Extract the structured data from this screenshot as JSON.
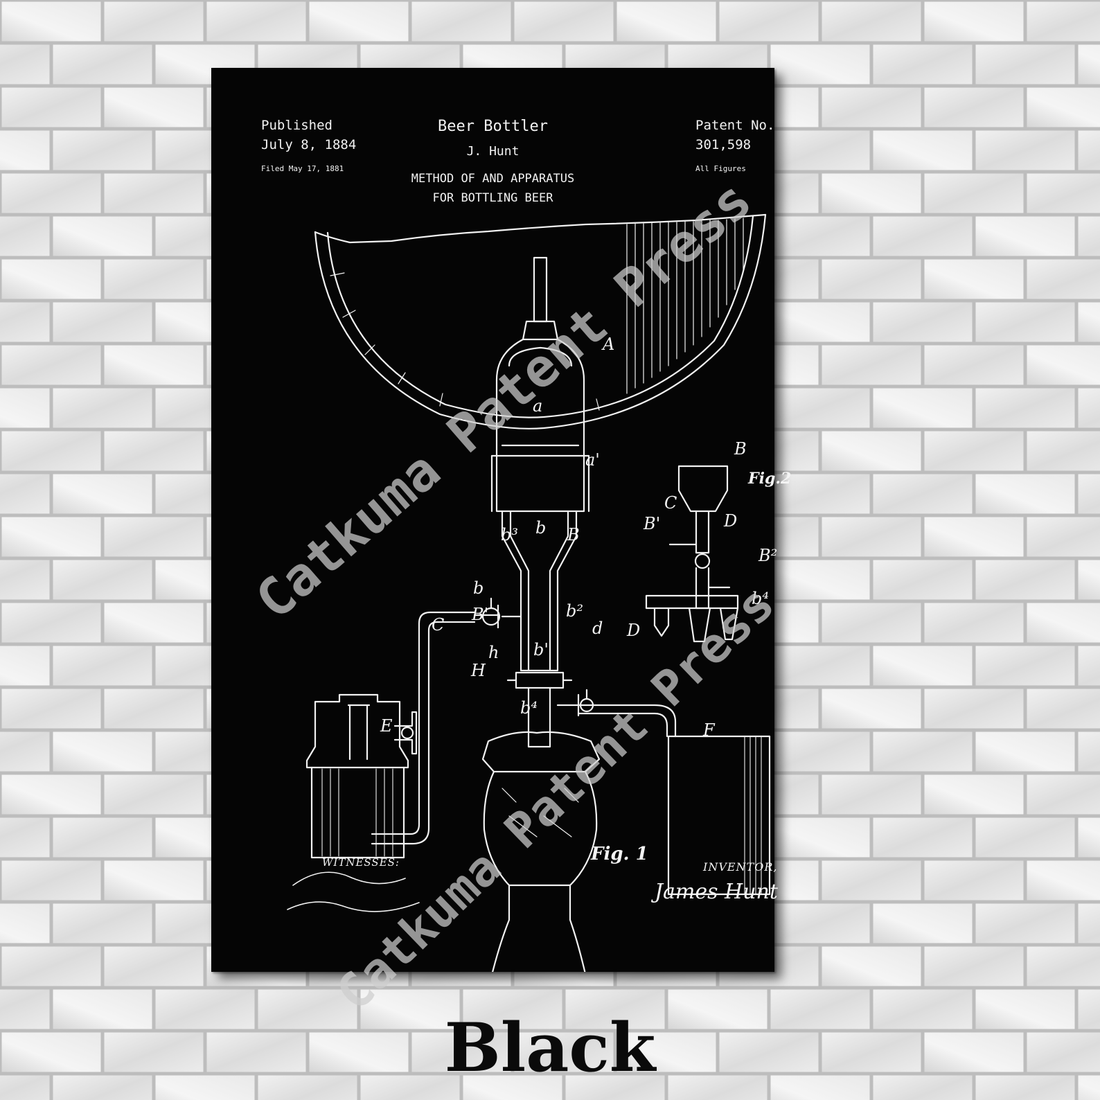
{
  "patent": {
    "published_label": "Published",
    "published_date": "July 8, 1884",
    "filed": "Filed May 17, 1881",
    "title": "Beer Bottler",
    "inventor": "J. Hunt",
    "subtitle": "METHOD OF AND APPARATUS\nFOR BOTTLING BEER",
    "patent_label": "Patent No.",
    "patent_number": "301,598",
    "figures": "All Figures"
  },
  "drawing": {
    "fig1_label": "Fig. 1",
    "fig2_label": "Fig.2",
    "witnesses_label": "WITNESSES:",
    "inventor_label": "INVENTOR,",
    "inventor_signature": "James Hunt",
    "refs": {
      "A": "A",
      "a": "a",
      "a1": "a'",
      "B": "B",
      "b": "b",
      "b1": "b'",
      "b2": "b²",
      "b3": "b³",
      "b4": "b⁴",
      "C": "C",
      "D": "D",
      "d": "d",
      "E": "E",
      "F": "F",
      "H": "H",
      "h": "h",
      "B1": "B'",
      "B2": "B²"
    }
  },
  "watermark": "Catkuma Patent Press",
  "caption": "Black",
  "colors": {
    "poster": "#050505",
    "ink": "#f2f2f2",
    "wall": "#e6e6e6",
    "watermark": "#cdcdcd"
  }
}
